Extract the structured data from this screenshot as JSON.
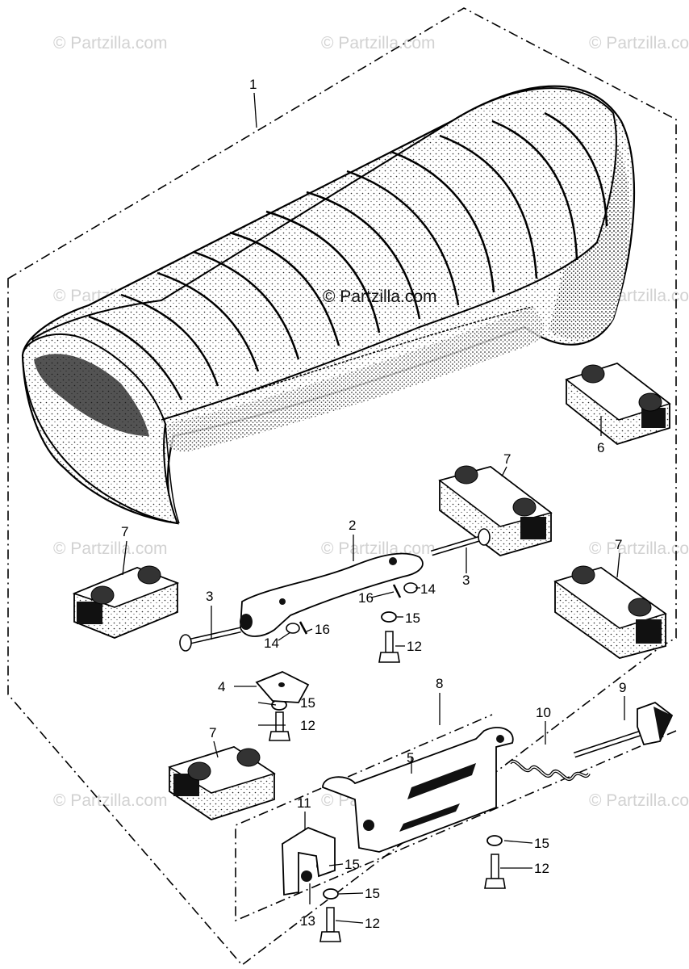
{
  "watermark": {
    "text": "© Partzilla.com",
    "color": "#d2d2d2"
  },
  "center_watermark": "© Partzilla.com",
  "callouts": {
    "c1": "1",
    "c2": "2",
    "c3a": "3",
    "c3b": "3",
    "c4": "4",
    "c5": "5",
    "c6": "6",
    "c7a": "7",
    "c7b": "7",
    "c7c": "7",
    "c7d": "7",
    "c8": "8",
    "c9": "9",
    "c10": "10",
    "c11": "11",
    "c12a": "12",
    "c12b": "12",
    "c12c": "12",
    "c12d": "12",
    "c13": "13",
    "c14a": "14",
    "c14b": "14",
    "c15a": "15",
    "c15b": "15",
    "c15c": "15",
    "c15d": "15",
    "c16a": "16",
    "c16b": "16"
  },
  "icons": {
    "seat": "seat-assembly-illustration",
    "rubber": "rubber-damper-block",
    "bolt": "hex-bolt",
    "washer": "washer",
    "spring": "coil-spring",
    "pin": "pivot-pin"
  }
}
